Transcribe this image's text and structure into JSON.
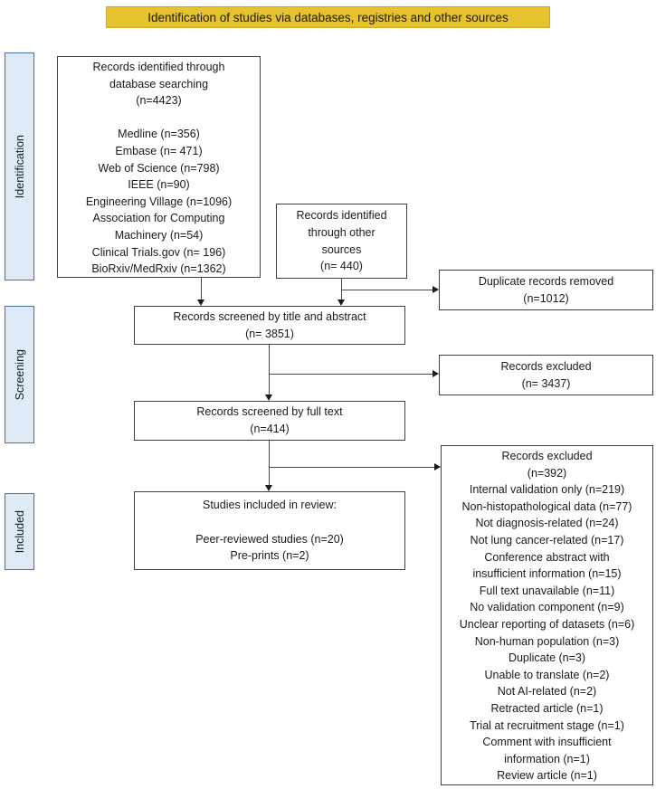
{
  "banner": {
    "label": "Identification of studies via databases, registries and other sources"
  },
  "stages": {
    "identification": "Identification",
    "screening": "Screening",
    "included": "Included"
  },
  "boxes": {
    "database": {
      "lines": [
        "Records identified through",
        "database searching",
        "(n=4423)",
        "",
        "Medline (n=356)",
        "Embase (n= 471)",
        "Web of Science (n=798)",
        "IEEE (n=90)",
        "Engineering Village (n=1096)",
        "Association for Computing",
        "Machinery (n=54)",
        "Clinical Trials.gov (n= 196)",
        "BioRxiv/MedRxiv (n=1362)"
      ]
    },
    "other_sources": {
      "lines": [
        "Records identified",
        "through other",
        "sources",
        "(n= 440)"
      ]
    },
    "duplicates_removed": {
      "lines": [
        "Duplicate records removed",
        "(n=1012)"
      ]
    },
    "title_abstract_screen": {
      "lines": [
        "Records screened by title and abstract",
        "(n= 3851)"
      ]
    },
    "excluded_title_abstract": {
      "lines": [
        "Records excluded",
        "(n= 3437)"
      ]
    },
    "full_text_screen": {
      "lines": [
        "Records screened by full text",
        "(n=414)"
      ]
    },
    "included_studies": {
      "lines": [
        "Studies included in review:",
        "",
        "Peer-reviewed studies (n=20)",
        "Pre-prints (n=2)"
      ]
    },
    "excluded_full_text": {
      "lines": [
        "Records excluded",
        "(n=392)",
        "Internal validation only (n=219)",
        "Non-histopathological data (n=77)",
        "Not diagnosis-related (n=24)",
        "Not lung cancer-related (n=17)",
        "Conference abstract with",
        "insufficient information (n=15)",
        "Full text unavailable (n=11)",
        "No validation component (n=9)",
        "Unclear reporting of datasets (n=6)",
        "Non-human population (n=3)",
        "Duplicate (n=3)",
        "Unable to translate (n=2)",
        "Not AI-related (n=2)",
        "Retracted article (n=1)",
        "Trial at recruitment stage (n=1)",
        "Comment with insufficient",
        "information (n=1)",
        "Review article (n=1)"
      ]
    }
  },
  "colors": {
    "banner_bg": "#E6C22D",
    "banner_border": "#CBA92A",
    "stage_bg": "#DEEBF7",
    "stage_border": "#4472A8",
    "box_border": "#404040",
    "connector": "#4A4A4A"
  }
}
